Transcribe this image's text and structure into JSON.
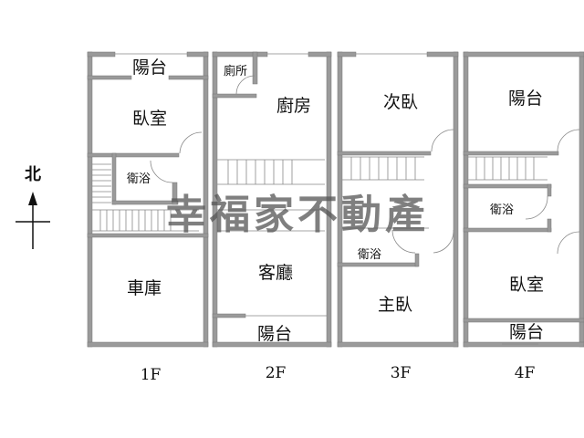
{
  "compass": {
    "label": "北"
  },
  "watermark": "幸福家不動產",
  "floors": [
    {
      "label": "1F",
      "rooms": [
        "陽台",
        "臥室",
        "衛浴",
        "車庫"
      ]
    },
    {
      "label": "2F",
      "rooms": [
        "廁所",
        "廚房",
        "客廳",
        "陽台"
      ]
    },
    {
      "label": "3F",
      "rooms": [
        "次臥",
        "衛浴",
        "主臥"
      ]
    },
    {
      "label": "4F",
      "rooms": [
        "陽台",
        "衛浴",
        "臥室",
        "陽台"
      ]
    }
  ],
  "colors": {
    "wall": "#9a9a9a"
  }
}
